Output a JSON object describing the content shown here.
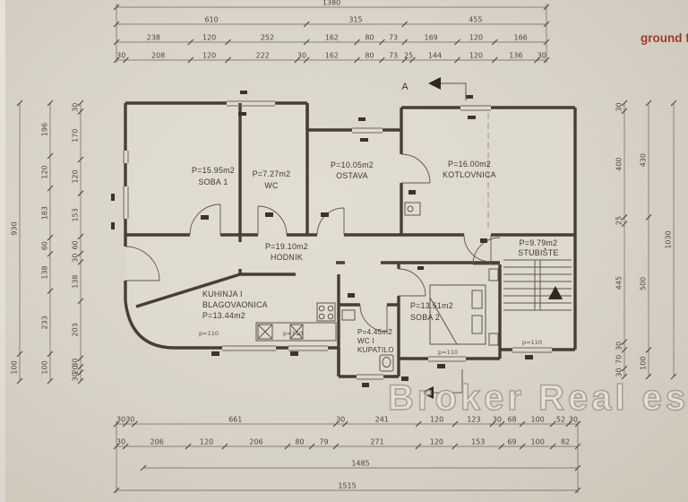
{
  "header": {
    "floor_label": "ground f",
    "section_marker": "A"
  },
  "watermark": {
    "text": "Broker Real esta"
  },
  "colors": {
    "paper": "#d8d3c7",
    "ink": "#453f35",
    "floor_label": "#9d3a2f",
    "watermark": "#e6e2d8"
  },
  "labels": {
    "window_sill": "p=110"
  },
  "rooms": {
    "soba1": {
      "area": "P=15.95m2",
      "name": "SOBA 1"
    },
    "wc": {
      "area": "P=7.27m2",
      "name": "WC"
    },
    "ostava": {
      "area": "P=10.05m2",
      "name": "OSTAVA"
    },
    "kotlovnica": {
      "area": "P=16.00m2",
      "name": "KOTLOVNICA"
    },
    "hodnik": {
      "area": "P=19.10m2",
      "name": "HODNIK"
    },
    "stubiste": {
      "area": "P=9.79m2",
      "name": "STUBIŠTE"
    },
    "kuhinja": {
      "line1": "KUHINJA I",
      "line2": "BLAGOVAONICA",
      "line3": "P=13.44m2"
    },
    "soba2": {
      "area": "P=13.51m2",
      "name": "SOBA 2"
    },
    "kupatilo": {
      "line1": "P=4.45m2",
      "line2": "WC I",
      "line3": "KUPATILO"
    }
  },
  "dimensions": {
    "top_rows": [
      [
        "1380"
      ],
      [
        "610",
        "315",
        "455"
      ],
      [
        "238",
        "120",
        "252",
        "162",
        "80",
        "73",
        "169",
        "120",
        "166"
      ],
      [
        "30",
        "208",
        "120",
        "222",
        "30",
        "162",
        "80",
        "73",
        "25",
        "144",
        "120",
        "136",
        "30"
      ]
    ],
    "bottom_rows": [
      [
        "30",
        "30",
        "661",
        "30",
        "241",
        "120",
        "123",
        "30",
        "68",
        "100",
        "52",
        "30"
      ],
      [
        "30",
        "206",
        "120",
        "206",
        "80",
        "79",
        "271",
        "120",
        "153",
        "69",
        "100",
        "82"
      ],
      [
        "1485"
      ],
      [
        "1515"
      ]
    ],
    "left_cols": [
      [
        "930",
        "100"
      ],
      [
        "196",
        "120",
        "183",
        "60",
        "138",
        "233",
        "100"
      ],
      [
        "30",
        "170",
        "120",
        "153",
        "60",
        "30",
        "138",
        "203",
        "30",
        "20",
        "30"
      ]
    ],
    "right_cols": [
      [
        "30",
        "400",
        "25",
        "445",
        "30",
        "70",
        "30"
      ],
      [
        "430",
        "500",
        "100"
      ],
      [
        "1030"
      ]
    ]
  }
}
